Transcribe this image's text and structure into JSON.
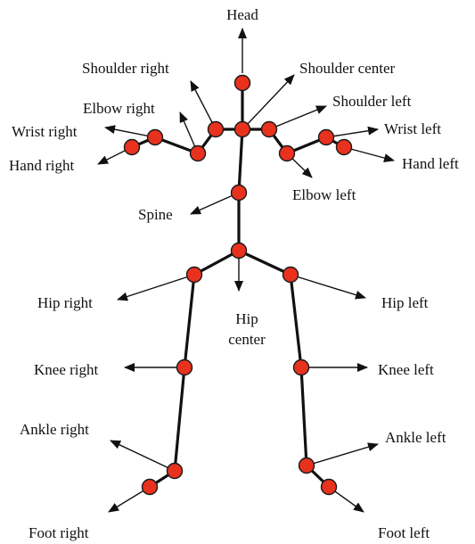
{
  "colors": {
    "joint_fill": "#e8321e",
    "line": "#111111",
    "background": "#ffffff"
  },
  "labels": {
    "head": "Head",
    "shoulder_right": "Shoulder right",
    "shoulder_center": "Shoulder center",
    "elbow_right": "Elbow right",
    "shoulder_left": "Shoulder left",
    "wrist_right": "Wrist right",
    "wrist_left": "Wrist left",
    "hand_right": "Hand right",
    "hand_left": "Hand left",
    "elbow_left": "Elbow left",
    "spine": "Spine",
    "hip_right": "Hip right",
    "hip_left": "Hip left",
    "hip_center_line1": "Hip",
    "hip_center_line2": "center",
    "knee_right": "Knee right",
    "knee_left": "Knee left",
    "ankle_right": "Ankle right",
    "ankle_left": "Ankle left",
    "foot_right": "Foot right",
    "foot_left": "Foot left"
  }
}
